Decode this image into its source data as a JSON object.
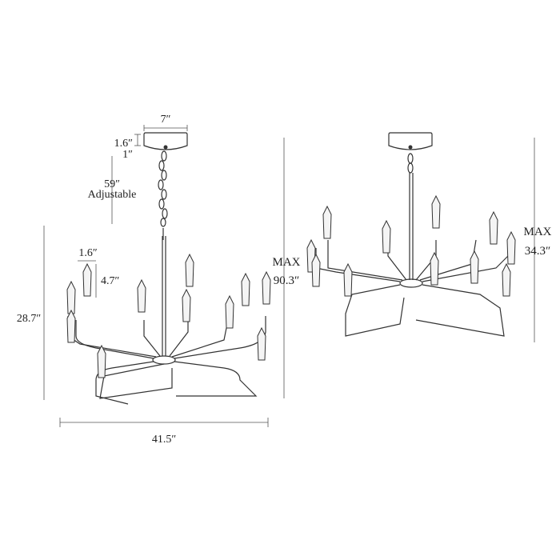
{
  "image": {
    "description_items": [
      "chandelier-hanging-view",
      "chandelier-flush-view"
    ]
  },
  "dimensions": {
    "canopy_width": "7″",
    "canopy_height": "1.6″",
    "canopy_gap": "1″",
    "chain_length": "59″",
    "chain_note": "Adjustable",
    "crystal_width": "1.6″",
    "crystal_height": "4.7″",
    "body_height": "28.7″",
    "overall_width": "41.5″",
    "max_hanging_label": "MAX",
    "max_hanging_value": "90.3″",
    "max_flush_label": "MAX",
    "max_flush_value": "34.3″"
  },
  "colors": {
    "line": "#333333",
    "text": "#222222",
    "background": "#ffffff"
  }
}
